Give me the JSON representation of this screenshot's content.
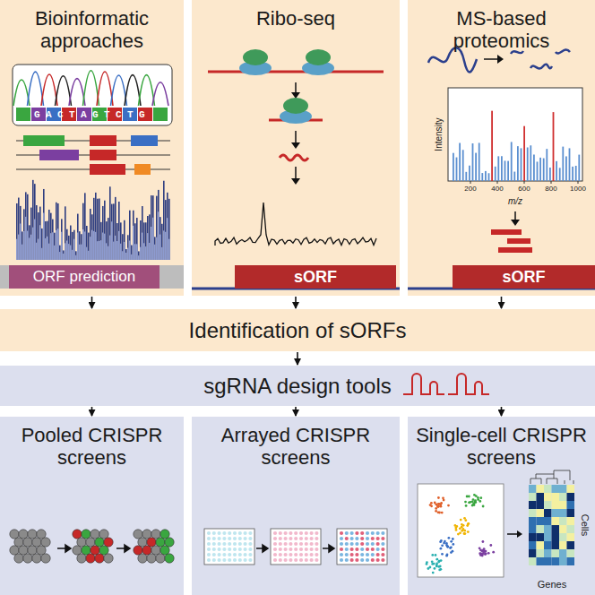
{
  "diagram": {
    "nodes": [
      {
        "text": [
          "Bioinformatic approaches"
        ]
      },
      {
        "text": [
          "ORF prediction"
        ],
        "in": 0
      },
      {
        "text": [
          "Ribo-seq"
        ]
      },
      {
        "text": [
          "sORF"
        ],
        "in": 2
      },
      {
        "text": [
          "MS-based proteomics"
        ]
      },
      {
        "text": [
          "sORF"
        ],
        "in": 4
      },
      {
        "text": [
          "Identification of sORFs"
        ]
      },
      {
        "text": [
          "sgRNA design tools"
        ]
      },
      {
        "text": [
          "Pooled CRISPR screens"
        ]
      },
      {
        "text": [
          "Arrayed CRISPR screens"
        ]
      },
      {
        "text": [
          "Single-cell CRISPR screens"
        ]
      }
    ],
    "edges": [
      {
        "from": 0,
        "to": 6,
        "arrow": "to"
      },
      {
        "from": 2,
        "to": 6,
        "arrow": "to"
      },
      {
        "from": 4,
        "to": 6,
        "arrow": "to"
      },
      {
        "from": 6,
        "to": 7,
        "arrow": "to"
      },
      {
        "from": 7,
        "to": 8,
        "arrow": "to"
      },
      {
        "from": 7,
        "to": 9,
        "arrow": "to"
      },
      {
        "from": 7,
        "to": 10,
        "arrow": "to"
      }
    ],
    "labels": [
      "GACTAGTCTG",
      "Intensity",
      "200",
      "400",
      "600",
      "800",
      "1000",
      "m/z",
      "Cells",
      "Genes"
    ]
  }
}
